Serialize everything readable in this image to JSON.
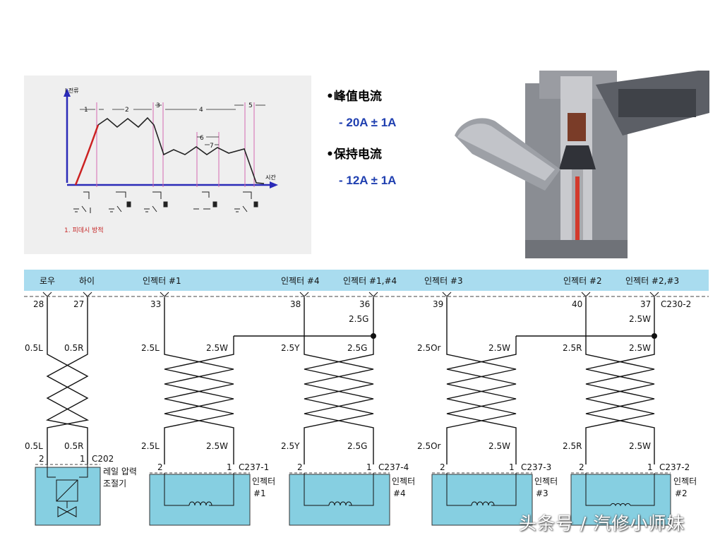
{
  "graph": {
    "y_axis_label": "I 전류",
    "x_axis_label": "시간",
    "phase_numbers": [
      "1",
      "2",
      "3",
      "4",
      "5",
      "6",
      "7"
    ],
    "footnote": "1. 피데시 방적"
  },
  "specs": {
    "peak_heading": "•峰值电流",
    "peak_value": "- 20A ± 1A",
    "hold_heading": "•保持电流",
    "hold_value": "- 12A ± 1A"
  },
  "wiring": {
    "header_labels": [
      "로우",
      "하이",
      "인젝터 #1",
      "인젝터 #4",
      "인젝터 #1,#4",
      "인젝터 #3",
      "인젝터 #2",
      "인젝터 #2,#3"
    ],
    "top_pins": [
      "28",
      "27",
      "33",
      "38",
      "36",
      "39",
      "40",
      "37"
    ],
    "top_connector": "C230-2",
    "junction_wires": [
      "2.5G",
      "2.5W"
    ],
    "upper_wires": [
      "0.5L",
      "0.5R",
      "2.5L",
      "2.5W",
      "2.5Y",
      "2.5G",
      "2.5Or",
      "2.5W",
      "2.5R",
      "2.5W"
    ],
    "lower_wires": [
      "0.5L",
      "0.5R",
      "2.5L",
      "2.5W",
      "2.5Y",
      "2.5G",
      "2.5Or",
      "2.5W",
      "2.5R",
      "2.5W"
    ],
    "pin_two": "2",
    "pin_one": "1",
    "connectors": [
      "C202",
      "C237-1",
      "C237-4",
      "C237-3",
      "C237-2"
    ],
    "regulator_line1": "레일 압력",
    "regulator_line2": "조절기",
    "injector_word": "인젝터",
    "injector_numbers": [
      "#1",
      "#4",
      "#3",
      "#2"
    ]
  },
  "watermark": "头条号 / 汽修小师妹",
  "colors": {
    "header_bar": "#a9dcef",
    "component_fill": "#86cfe1",
    "spec_blue": "#1f3fb0",
    "axis_blue": "#2a2ab8",
    "curve_red": "#cc2222",
    "marker_pink": "#d46ab0"
  }
}
